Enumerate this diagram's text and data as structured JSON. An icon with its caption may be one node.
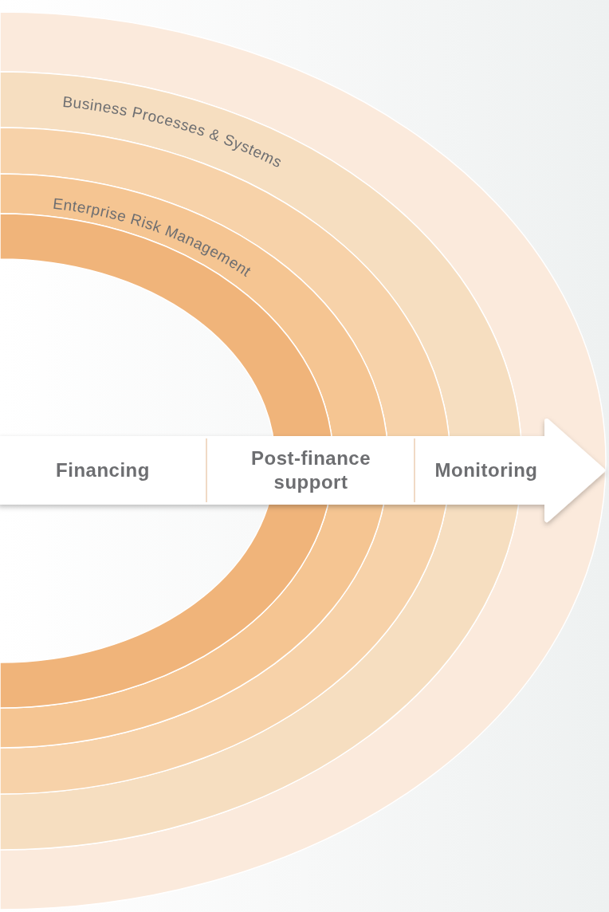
{
  "diagram": {
    "nodes": [
      {
        "text": [],
        "shape": "band"
      },
      {
        "text": [
          "Business Processes & Systems"
        ]
      },
      {
        "text": [],
        "shape": "band"
      },
      {
        "text": [
          "Enterprise Risk Management"
        ]
      },
      {
        "text": [],
        "shape": "band"
      },
      {
        "text": [],
        "shape": "arrow"
      },
      {
        "text": [
          "Financing"
        ],
        "in": 5
      },
      {
        "text": [
          "Post-finance support"
        ],
        "in": 5
      },
      {
        "text": [
          "Monitoring"
        ],
        "in": 5
      }
    ]
  }
}
